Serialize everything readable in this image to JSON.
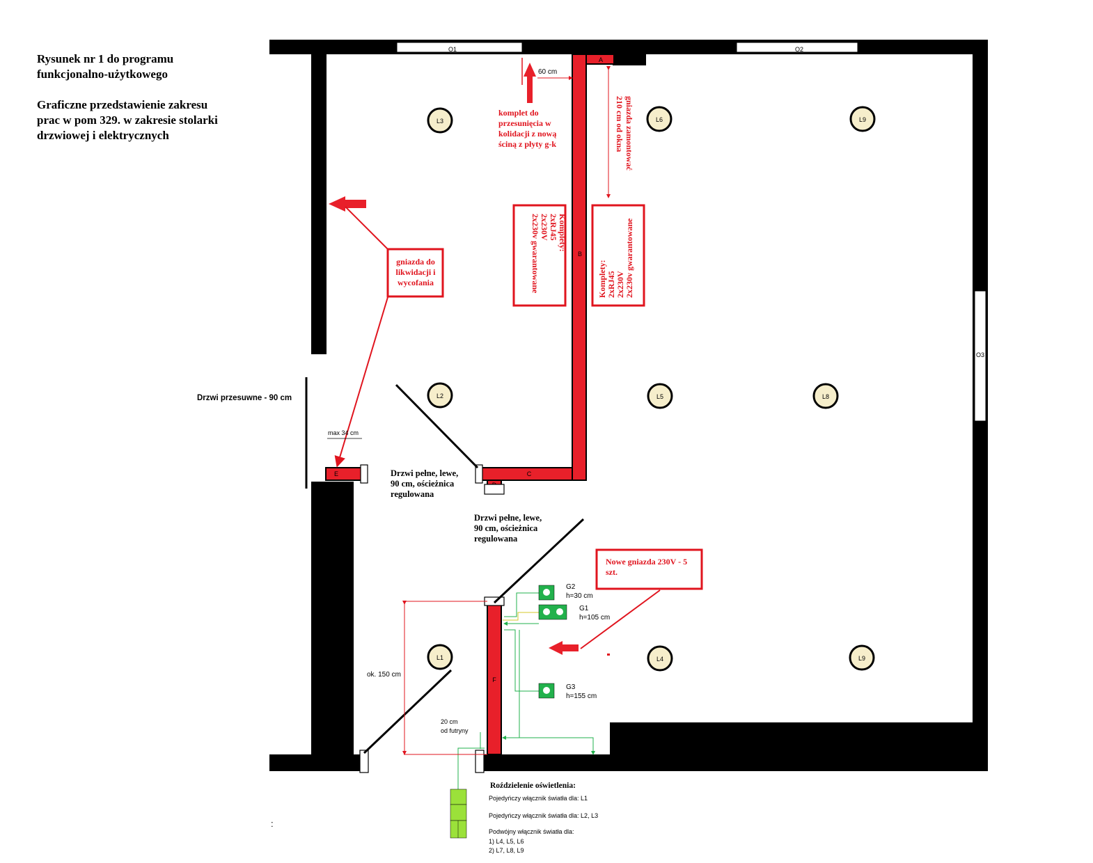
{
  "heading": {
    "line1": "Rysunek nr 1 do programu",
    "line2": "funkcjonalno-użytkowego",
    "line3": "Graficzne przedstawienie zakresu",
    "line4": "prac w pom 329. w zakresie stolarki",
    "line5": "drzwiowej i elektrycznych"
  },
  "windows": [
    "O1",
    "O2",
    "O3"
  ],
  "walls": [
    "A",
    "B",
    "C",
    "D",
    "E",
    "F"
  ],
  "lamps": [
    "L3",
    "L6",
    "L9",
    "L2",
    "L5",
    "L8",
    "L1",
    "L4",
    "L9"
  ],
  "notes": {
    "dim_60": "60 cm",
    "move": [
      "komplet do",
      "przesunięcia w",
      "kolidacji z nową",
      "ściną z płyty g-k"
    ],
    "mount": [
      "gniazda zamontować",
      "210 cm od okna"
    ],
    "box_left": [
      "Komplety:",
      "2xRJ45",
      "2x230V",
      "2x230v gwarantowane"
    ],
    "box_right": [
      "Komplety:",
      "2xRJ45",
      "2x230V",
      "2x230v gwarantowane"
    ],
    "remove": [
      "gniazda do",
      "likwidacji i",
      "wycofania"
    ],
    "sliding_door": "Drzwi przesuwne - 90 cm",
    "max_34": "max 34 cm",
    "door1": [
      "Drzwi pełne, lewe,",
      "90 cm, ościeżnica",
      "regulowana"
    ],
    "door2": [
      "Drzwi pełne, lewe,",
      "90 cm, ościeżnica",
      "regulowana"
    ],
    "new_sockets": [
      "Nowe gniazda 230V - 5",
      "szt."
    ],
    "dim_150": "ok. 150 cm",
    "dim_20": [
      "20 cm",
      "od futryny"
    ],
    "colon": ":"
  },
  "sockets": [
    {
      "name": "G2",
      "height": "h=30 cm"
    },
    {
      "name": "G1",
      "height": "h=105 cm"
    },
    {
      "name": "G3",
      "height": "h=155 cm"
    }
  ],
  "lighting": {
    "title": "Roździelenie oświetlenia:",
    "line1": "Pojedyńczy włącznik światła dla: L1",
    "line2": "Pojedyńczy włącznik światła dla: L2, L3",
    "line3": "Podwójny włącznik światła dla:",
    "line4": "1) L4, L5, L6",
    "line5": "2) L7, L8, L9"
  },
  "colors": {
    "wall": "#000000",
    "red_wall": "#e8202a",
    "annotation": "#e0141e",
    "socket": "#22b14c",
    "lamp_fill": "#f6eecb",
    "switch": "#9be13a"
  }
}
